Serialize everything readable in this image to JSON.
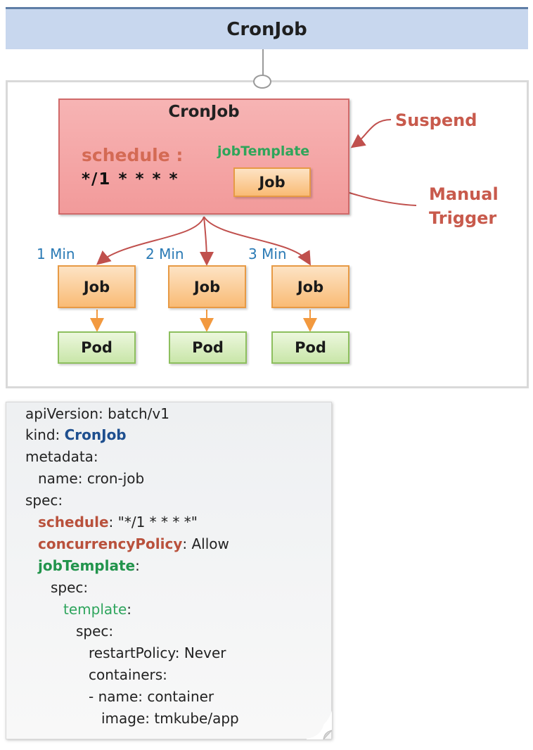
{
  "header": {
    "title": "CronJob"
  },
  "diagram": {
    "cronjob": {
      "title": "CronJob",
      "schedule_label": "schedule :",
      "schedule_value": "*/1 * * * *",
      "job_template_label": "jobTemplate",
      "template_job_label": "Job"
    },
    "suspend_label": "Suspend",
    "manual_trigger_label": [
      "Manual",
      "Trigger"
    ],
    "runs": [
      {
        "interval": "1 Min",
        "job": "Job",
        "pod": "Pod"
      },
      {
        "interval": "2 Min",
        "job": "Job",
        "pod": "Pod"
      },
      {
        "interval": "3 Min",
        "job": "Job",
        "pod": "Pod"
      }
    ]
  },
  "yaml": {
    "api_version_key": "apiVersion: ",
    "api_version_value": "batch/v1",
    "kind_key": "kind: ",
    "kind_value": "CronJob",
    "metadata_key": "metadata:",
    "name_line": "name: cron-job",
    "spec_key": "spec:",
    "schedule_key": "schedule",
    "schedule_value": ": \"*/1 * * * *\"",
    "concurrency_key": "concurrencyPolicy",
    "concurrency_value": ": Allow",
    "job_template_key": "jobTemplate",
    "job_template_colon": ":",
    "spec2_key": "spec:",
    "template_key": "template",
    "template_colon": ":",
    "spec3_key": "spec:",
    "restart_line": "restartPolicy: Never",
    "containers_line": "containers:",
    "container_name_line": "- name: container",
    "image_line": "image: tmkube/app"
  }
}
